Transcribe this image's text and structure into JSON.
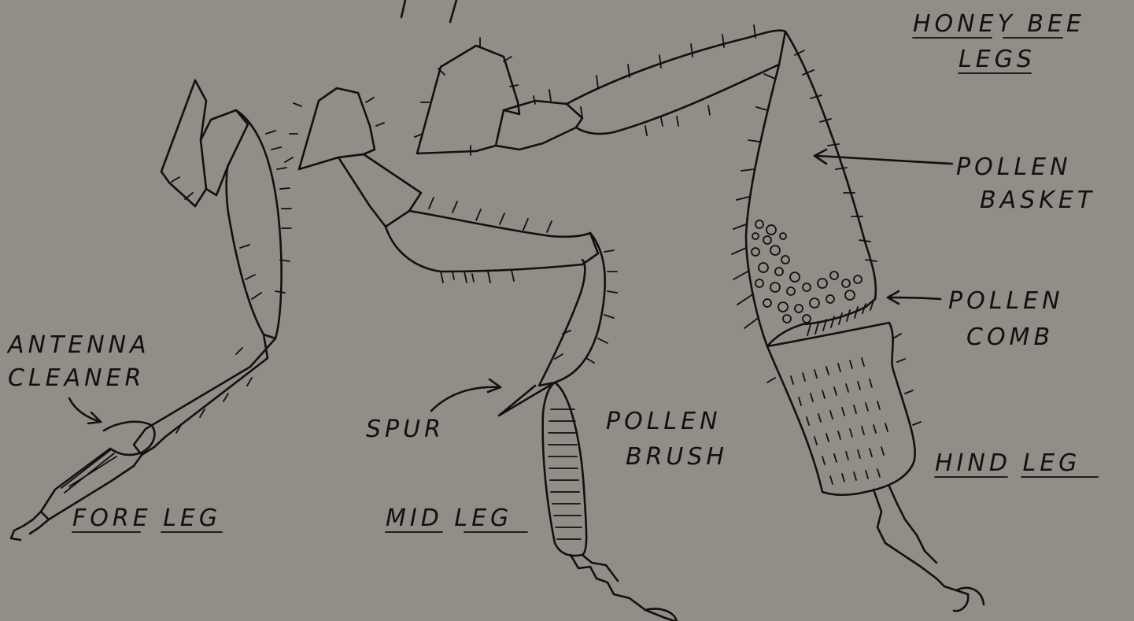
{
  "title_line1": "HONEY BEE",
  "title_line2": "LEGS",
  "labels": {
    "antenna_cleaner_1": "ANTENNA",
    "antenna_cleaner_2": "CLEANER",
    "fore_leg": "FORE LEG",
    "spur": "SPUR",
    "pollen_brush_1": "POLLEN",
    "pollen_brush_2": "BRUSH",
    "mid_leg": "MID LEG",
    "pollen_basket_1": "POLLEN",
    "pollen_basket_2": "BASKET",
    "pollen_comb_1": "POLLEN",
    "pollen_comb_2": "COMB",
    "hind_leg": "HIND LEG"
  },
  "colors": {
    "paper": "#928d87",
    "ink": "#111111"
  }
}
